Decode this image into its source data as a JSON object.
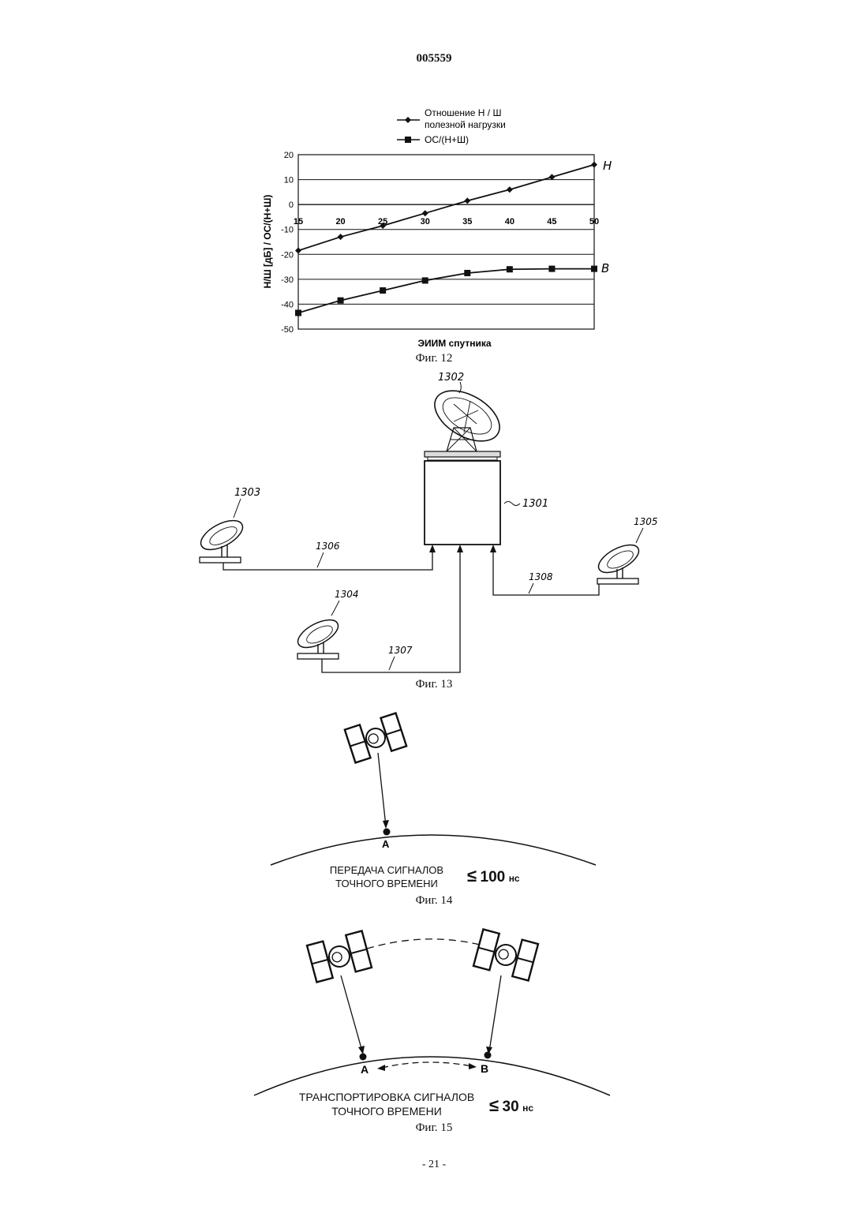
{
  "document_number": "005559",
  "page_footer": "- 21 -",
  "figures": {
    "fig12": {
      "caption": "Фиг. 12",
      "legend": [
        {
          "label_line1": "Отношение  Н / Ш",
          "label_line2": "полезной нагрузки",
          "marker": "diamond"
        },
        {
          "label_line1": "ОС/(Н+Ш)",
          "label_line2": "",
          "marker": "square"
        }
      ],
      "curve_labels": [
        "Н",
        "В"
      ]
    },
    "fig13": {
      "caption": "Фиг. 13",
      "labels": {
        "antenna_top": "1302",
        "station": "1301",
        "antenna_left": "1303",
        "antenna_mid": "1304",
        "antenna_right": "1305",
        "link_left": "1306",
        "link_mid": "1307",
        "link_right": "1308"
      }
    },
    "fig14": {
      "caption": "Фиг. 14",
      "point": "A",
      "text_line1": "ПЕРЕДАЧА  СИГНАЛОВ",
      "text_line2": "ТОЧНОГО  ВРЕМЕНИ",
      "value_symbol": "≤",
      "value": "100",
      "unit": "нс"
    },
    "fig15": {
      "caption": "Фиг. 15",
      "point_a": "A",
      "point_b": "B",
      "text_line1": "ТРАНСПОРТИРОВКА  СИГНАЛОВ",
      "text_line2": "ТОЧНОГО  ВРЕМЕНИ",
      "value_symbol": "≤",
      "value": "30",
      "unit": "нс"
    }
  },
  "chart_data": {
    "type": "line",
    "xlabel": "ЭИИМ спутника",
    "ylabel": "Н/Ш [дБ] / ОС/(Н+Ш)",
    "x": [
      15,
      20,
      25,
      30,
      35,
      40,
      45,
      50
    ],
    "xlim": [
      15,
      50
    ],
    "ylim": [
      -50,
      20
    ],
    "yticks": [
      20,
      10,
      0,
      -10,
      -20,
      -30,
      -40,
      -50
    ],
    "xticks": [
      15,
      20,
      25,
      30,
      35,
      40,
      45,
      50
    ],
    "grid": "horizontal",
    "legend_position": "top",
    "series": [
      {
        "name": "Отношение  Н / Ш полезной нагрузки",
        "marker": "diamond",
        "values": [
          -18.5,
          -13,
          -8.5,
          -3.5,
          1.5,
          6,
          11,
          16
        ]
      },
      {
        "name": "ОС/(Н+Ш)",
        "marker": "square",
        "values": [
          -43.5,
          -38.5,
          -34.5,
          -30.5,
          -27.5,
          -26,
          -25.8,
          -25.8
        ]
      }
    ]
  }
}
